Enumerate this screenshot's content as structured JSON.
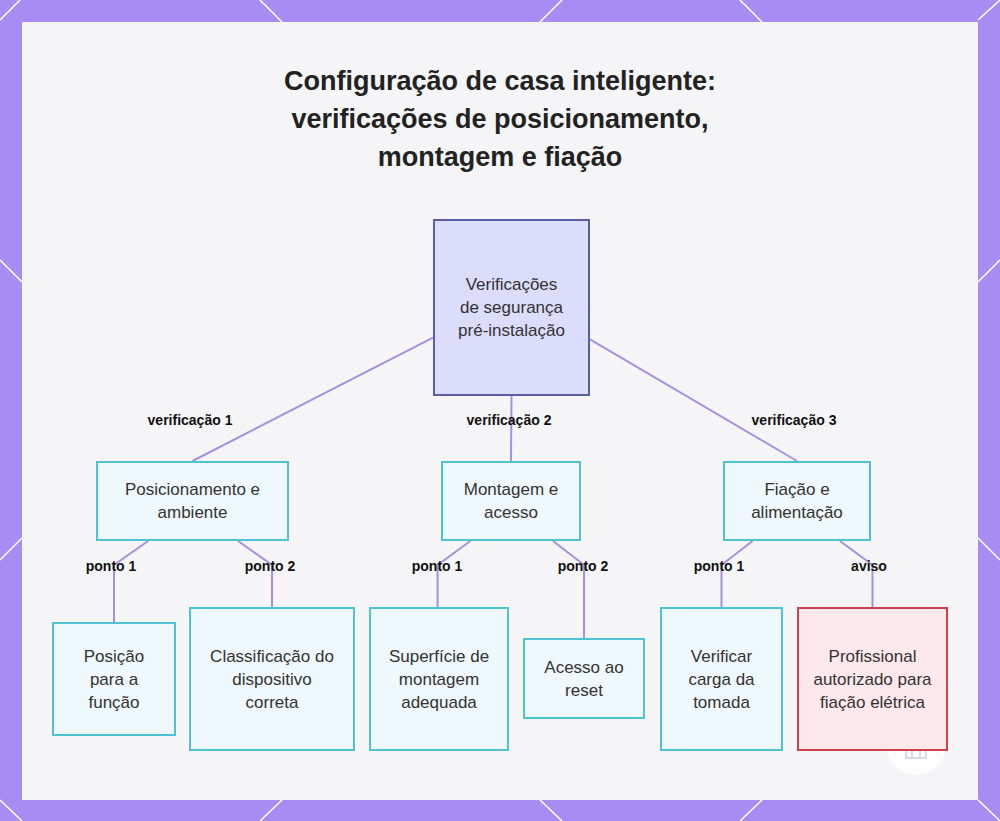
{
  "diagram": {
    "title": "Configuração de casa inteligente: verificações de posicionamento, montagem e fiação",
    "nodes": [
      {
        "text": [
          "Verificações de segurança pré-instalação"
        ]
      },
      {
        "text": [
          "Posicionamento e ambiente"
        ]
      },
      {
        "text": [
          "Montagem e acesso"
        ]
      },
      {
        "text": [
          "Fiação e alimentação"
        ]
      },
      {
        "text": [
          "Posição para a função"
        ]
      },
      {
        "text": [
          "Classificação do dispositivo correta"
        ]
      },
      {
        "text": [
          "Superfície de montagem adequada"
        ]
      },
      {
        "text": [
          "Acesso ao reset"
        ]
      },
      {
        "text": [
          "Verificar carga da tomada"
        ]
      },
      {
        "text": [
          "Profissional autorizado para fiação elétrica"
        ]
      }
    ],
    "edges": [
      {
        "from": 0,
        "to": 1,
        "arrow": "none",
        "label": "verificação 1"
      },
      {
        "from": 0,
        "to": 2,
        "arrow": "none",
        "label": "verificação 2"
      },
      {
        "from": 0,
        "to": 3,
        "arrow": "none",
        "label": "verificação 3"
      },
      {
        "from": 1,
        "to": 4,
        "arrow": "none",
        "label": "ponto 1"
      },
      {
        "from": 1,
        "to": 5,
        "arrow": "none",
        "label": "ponto 2"
      },
      {
        "from": 2,
        "to": 6,
        "arrow": "none",
        "label": "ponto 1"
      },
      {
        "from": 2,
        "to": 7,
        "arrow": "none",
        "label": "ponto 2"
      },
      {
        "from": 3,
        "to": 8,
        "arrow": "none",
        "label": "ponto 1"
      },
      {
        "from": 3,
        "to": 9,
        "arrow": "none",
        "label": "aviso"
      }
    ]
  }
}
